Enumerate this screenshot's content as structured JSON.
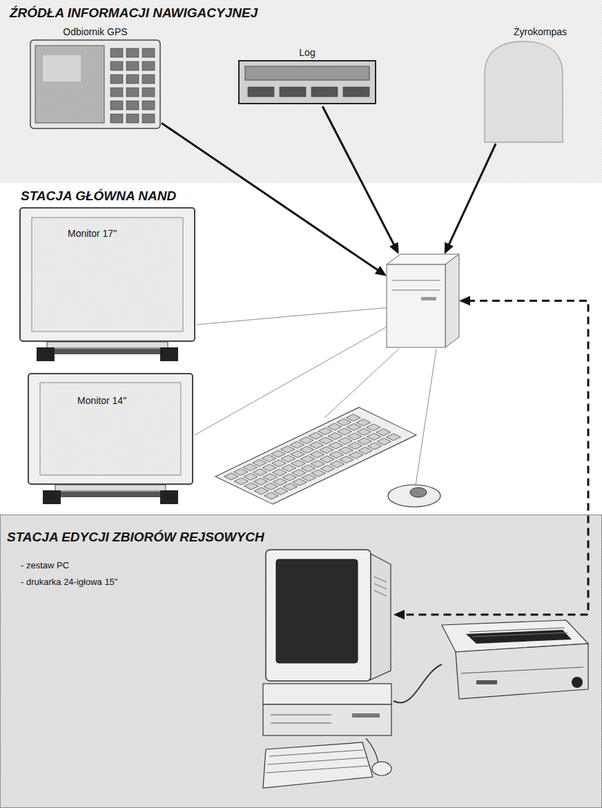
{
  "diagram": {
    "nodes": [
      {
        "text": [
          "Odbiornik GPS"
        ]
      },
      {
        "text": [
          "Log"
        ]
      },
      {
        "text": [
          "Żyrokompas"
        ]
      },
      {
        "text": [
          "STACJA GŁÓWNA NAND"
        ]
      },
      {
        "text": [
          "Monitor 17\""
        ]
      },
      {
        "text": [
          "Monitor 14\""
        ]
      },
      {
        "text": [
          "STACJA EDYCJI ZBIORÓW REJSOWYCH"
        ]
      },
      {
        "text": [
          "- zestaw PC",
          "- drukarka 24-igłowa 15\""
        ],
        "in": 6
      }
    ],
    "edges": [
      {
        "from": 0,
        "to": 3,
        "arrow": "to"
      },
      {
        "from": 1,
        "to": 3,
        "arrow": "to"
      },
      {
        "from": 2,
        "to": 3,
        "arrow": "to"
      },
      {
        "from": 3,
        "to": 7,
        "arrow": "both"
      }
    ],
    "labels": [
      "ŹRÓDŁA INFORMACJI NAWIGACYJNEJ"
    ]
  }
}
